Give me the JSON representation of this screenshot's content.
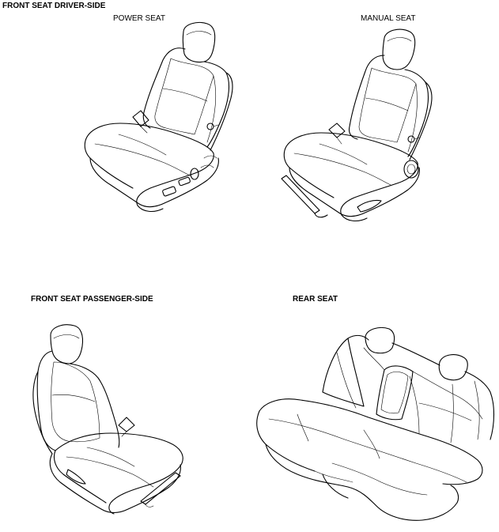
{
  "sections": {
    "driver_side": {
      "heading": "FRONT SEAT DRIVER-SIDE",
      "power_label": "POWER SEAT",
      "manual_label": "MANUAL SEAT"
    },
    "passenger_side": {
      "heading": "FRONT SEAT PASSENGER-SIDE"
    },
    "rear": {
      "heading": "REAR SEAT"
    }
  }
}
